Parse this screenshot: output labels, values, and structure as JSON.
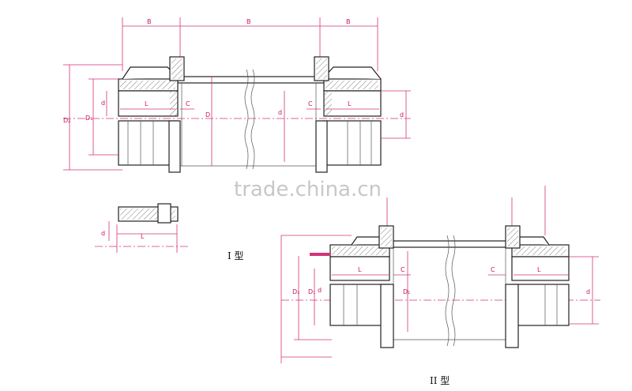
{
  "watermark": "trade.china.cn",
  "type1": {
    "caption": "I 型",
    "dims": {
      "B": "B",
      "L": "L",
      "C": "C",
      "D": "D",
      "D1": "D₁",
      "D2": "D₂",
      "d": "d"
    }
  },
  "type2": {
    "caption": "II 型",
    "dims": {
      "L": "L",
      "C": "C",
      "D1": "D₁",
      "D2": "D₂",
      "d": "d"
    }
  },
  "colors": {
    "dimension": "#d4337a",
    "outline": "#222222"
  }
}
